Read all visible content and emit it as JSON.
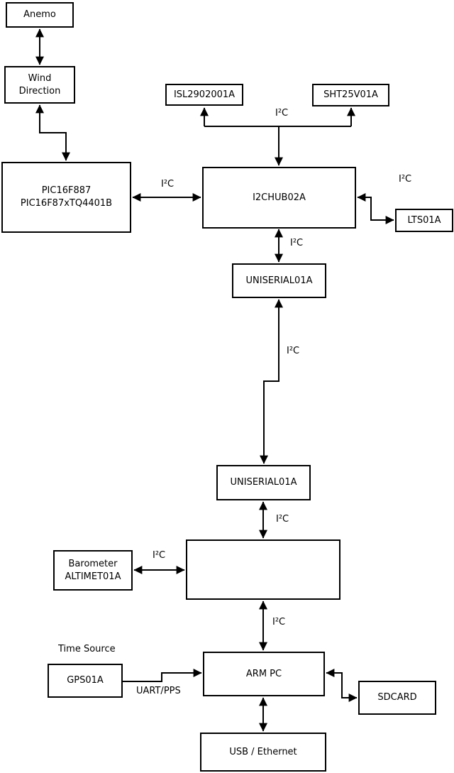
{
  "diagram": {
    "background_color": "#ffffff",
    "line_color": "#000000",
    "box_fill": "#ffffff",
    "text_color": "#000000"
  },
  "nodes": {
    "anemo": {
      "label": "Anemo"
    },
    "wind_direction": {
      "label": "Wind\nDirection"
    },
    "pic": {
      "label": "PIC16F887\nPIC16F87xTQ4401B"
    },
    "isl": {
      "label": "ISL2902001A"
    },
    "sht": {
      "label": "SHT25V01A"
    },
    "i2chub_top": {
      "label": "I2CHUB02A"
    },
    "lts": {
      "label": "LTS01A"
    },
    "uniserial_top": {
      "label": "UNISERIAL01A"
    },
    "uniserial_bottom": {
      "label": "UNISERIAL01A"
    },
    "barometer": {
      "label": "Barometer\nALTIMET01A"
    },
    "gps": {
      "label": "GPS01A"
    },
    "arm_pc": {
      "label": "ARM PC"
    },
    "sdcard": {
      "label": "SDCARD"
    },
    "usb_ethernet": {
      "label": "USB / Ethernet"
    }
  },
  "edge_labels": {
    "i2c_isl_sht": "I²C",
    "i2c_pic_hub": "I²C",
    "i2c_hub_lts": "I²C",
    "i2c_hub_uniserial": "I²C",
    "i2c_uniserial_link": "I²C",
    "i2c_uniserial_hub2": "I²C",
    "i2c_barometer_hub2": "I²C",
    "i2c_hub2_armpc": "I²C",
    "time_source": "Time Source",
    "uart_pps": "UART/PPS"
  },
  "edges": [
    {
      "from": "anemo",
      "to": "wind_direction",
      "arrows": "both"
    },
    {
      "from": "wind_direction",
      "to": "pic",
      "arrows": "both"
    },
    {
      "from": "pic",
      "to": "i2chub_top",
      "label": "I²C",
      "arrows": "both"
    },
    {
      "from": "i2chub_top",
      "to": "isl",
      "label": "I²C",
      "arrows": "both-ends-of-split"
    },
    {
      "from": "i2chub_top",
      "to": "sht",
      "label": "I²C",
      "arrows": "both-ends-of-split"
    },
    {
      "from": "i2chub_top",
      "to": "lts",
      "label": "I²C",
      "arrows": "both"
    },
    {
      "from": "i2chub_top",
      "to": "uniserial_top",
      "label": "I²C",
      "arrows": "both"
    },
    {
      "from": "uniserial_top",
      "to": "uniserial_bottom",
      "label": "I²C",
      "arrows": "both"
    },
    {
      "from": "uniserial_bottom",
      "to": "i2chub_bottom",
      "label": "I²C",
      "arrows": "both"
    },
    {
      "from": "barometer",
      "to": "i2chub_bottom",
      "label": "I²C",
      "arrows": "both"
    },
    {
      "from": "i2chub_bottom",
      "to": "arm_pc",
      "label": "I²C",
      "arrows": "both"
    },
    {
      "from": "gps",
      "to": "arm_pc",
      "label": "UART/PPS",
      "arrows": "to"
    },
    {
      "from": "arm_pc",
      "to": "sdcard",
      "arrows": "both"
    },
    {
      "from": "arm_pc",
      "to": "usb_ethernet",
      "arrows": "both"
    }
  ]
}
